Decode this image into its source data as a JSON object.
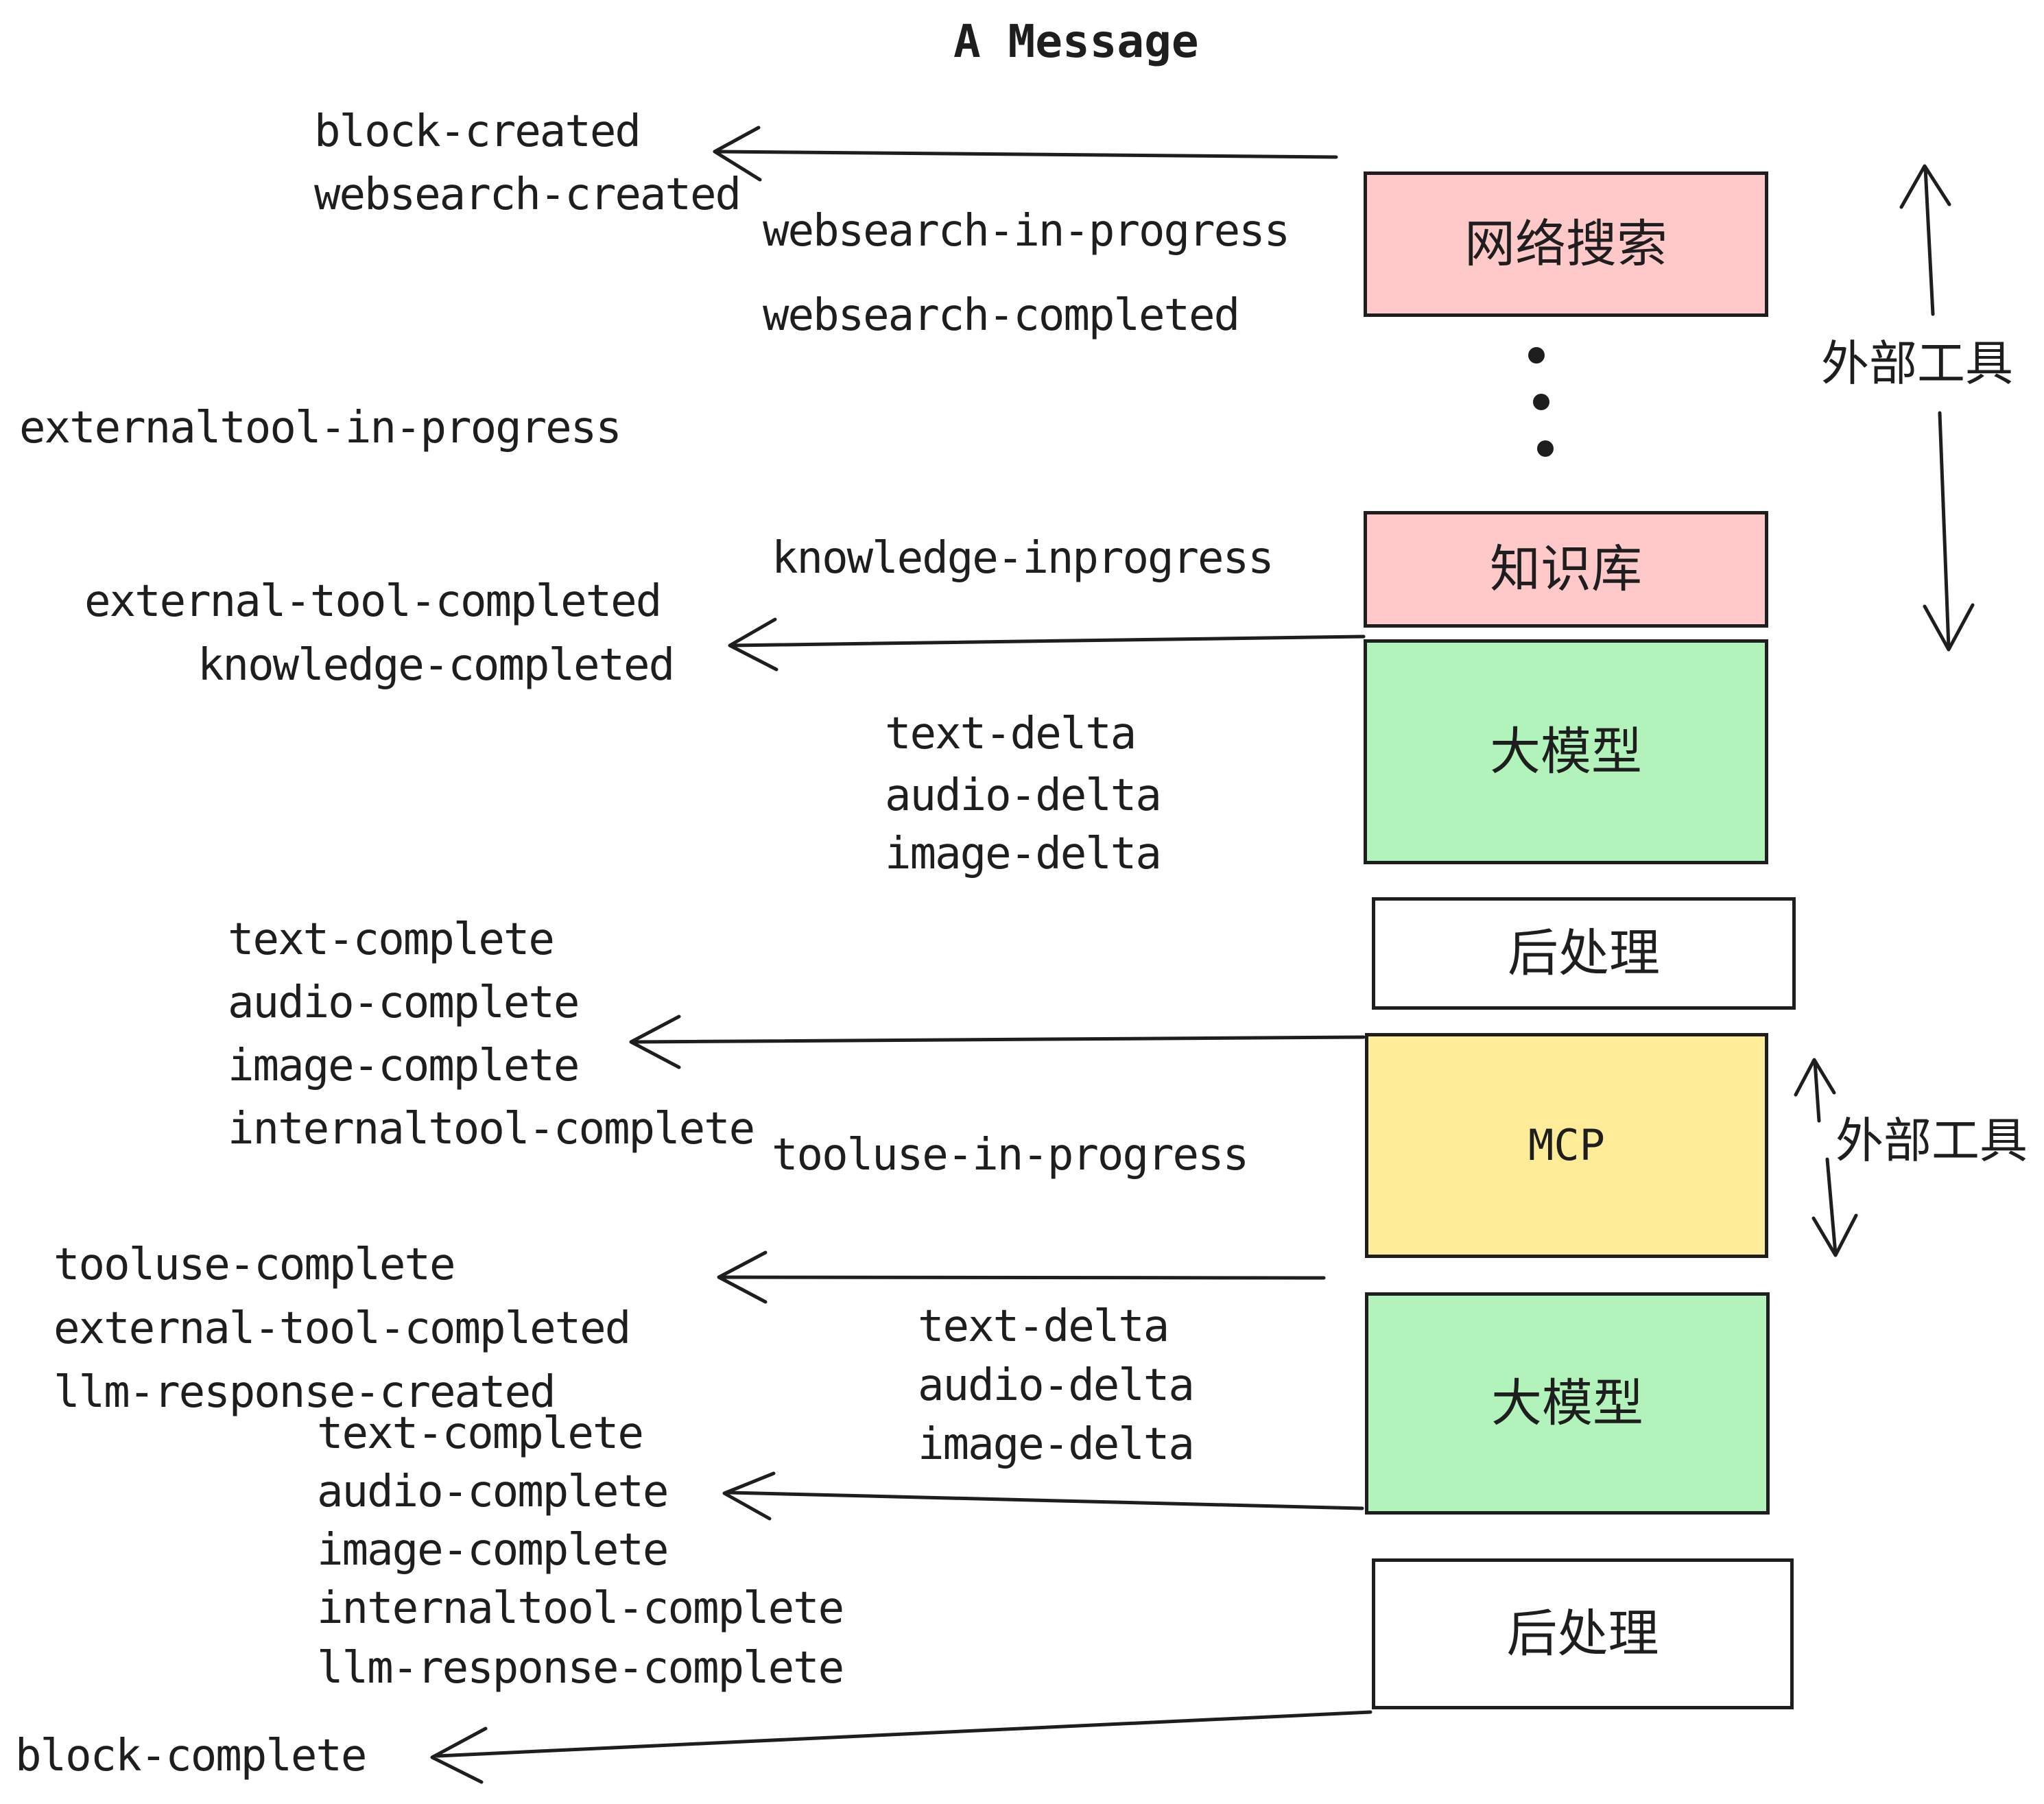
{
  "title": "A Message",
  "colors": {
    "background": "#ffffff",
    "ink": "#1e1e1e",
    "pink": "#ffc9c9",
    "green": "#b2f2bb",
    "yellow": "#ffec99",
    "white": "#ffffff"
  },
  "boxes": {
    "websearch": {
      "label": "网络搜索"
    },
    "knowledge": {
      "label": "知识库"
    },
    "llm": {
      "label": "大模型"
    },
    "postprocess": {
      "label": "后处理"
    },
    "mcp": {
      "label": "MCP"
    }
  },
  "side_labels": {
    "external_tools": "外部工具"
  },
  "events": {
    "block_created": "block-created",
    "websearch_created": "websearch-created",
    "websearch_in_progress": "websearch-in-progress",
    "websearch_completed": "websearch-completed",
    "externaltool_in_progress": "externaltool-in-progress",
    "knowledge_inprogress": "knowledge-inprogress",
    "external_tool_completed": "external-tool-completed",
    "knowledge_completed": "knowledge-completed",
    "text_delta": "text-delta",
    "audio_delta": "audio-delta",
    "image_delta": "image-delta",
    "text_complete": "text-complete",
    "audio_complete": "audio-complete",
    "image_complete": "image-complete",
    "internaltool_complete": "internaltool-complete",
    "tooluse_in_progress": "tooluse-in-progress",
    "tooluse_complete": "tooluse-complete",
    "llm_response_created": "llm-response-created",
    "llm_response_complete": "llm-response-complete",
    "block_complete": "block-complete"
  }
}
